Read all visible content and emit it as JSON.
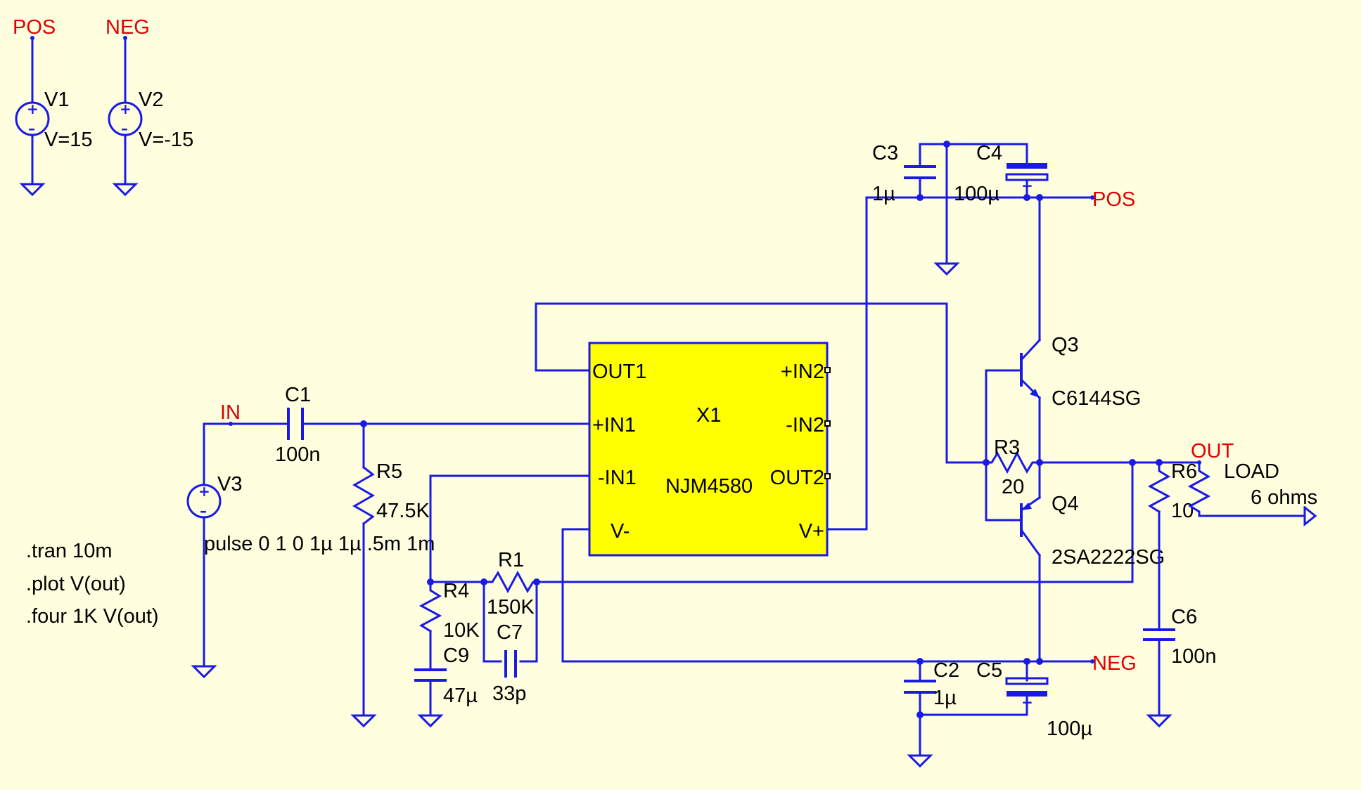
{
  "nets": {
    "pos": "POS",
    "neg": "NEG",
    "in": "IN",
    "out": "OUT"
  },
  "v1": {
    "name": "V1",
    "value": "V=15"
  },
  "v2": {
    "name": "V2",
    "value": "V=-15"
  },
  "v3": {
    "name": "V3",
    "value": "pulse 0 1 0 1µ 1µ .5m 1m"
  },
  "directives": [
    ".tran 10m",
    ".plot V(out)",
    ".four 1K V(out)"
  ],
  "c1": {
    "name": "C1",
    "value": "100n"
  },
  "c2": {
    "name": "C2",
    "value": "1µ"
  },
  "c3": {
    "name": "C3",
    "value": "1µ"
  },
  "c4": {
    "name": "C4",
    "value": "100µ"
  },
  "c5": {
    "name": "C5",
    "value": "100µ"
  },
  "c6": {
    "name": "C6",
    "value": "100n"
  },
  "c7": {
    "name": "C7",
    "value": "33p"
  },
  "c9": {
    "name": "C9",
    "value": "47µ"
  },
  "r1": {
    "name": "R1",
    "value": "150K"
  },
  "r3": {
    "name": "R3",
    "value": "20"
  },
  "r4": {
    "name": "R4",
    "value": "10K"
  },
  "r5": {
    "name": "R5",
    "value": "47.5K"
  },
  "r6": {
    "name": "R6",
    "value": "10"
  },
  "load": {
    "name": "LOAD",
    "value": "6 ohms"
  },
  "q3": {
    "name": "Q3",
    "value": "C6144SG"
  },
  "q4": {
    "name": "Q4",
    "value": "2SA2222SG"
  },
  "x1": {
    "name": "X1",
    "model": "NJM4580",
    "pins": {
      "out1": "OUT1",
      "in1p": "+IN1",
      "in1n": "-IN1",
      "vminus": "V-",
      "in2p": "+IN2",
      "in2n": "-IN2",
      "out2": "OUT2",
      "vplus": "V+"
    }
  }
}
